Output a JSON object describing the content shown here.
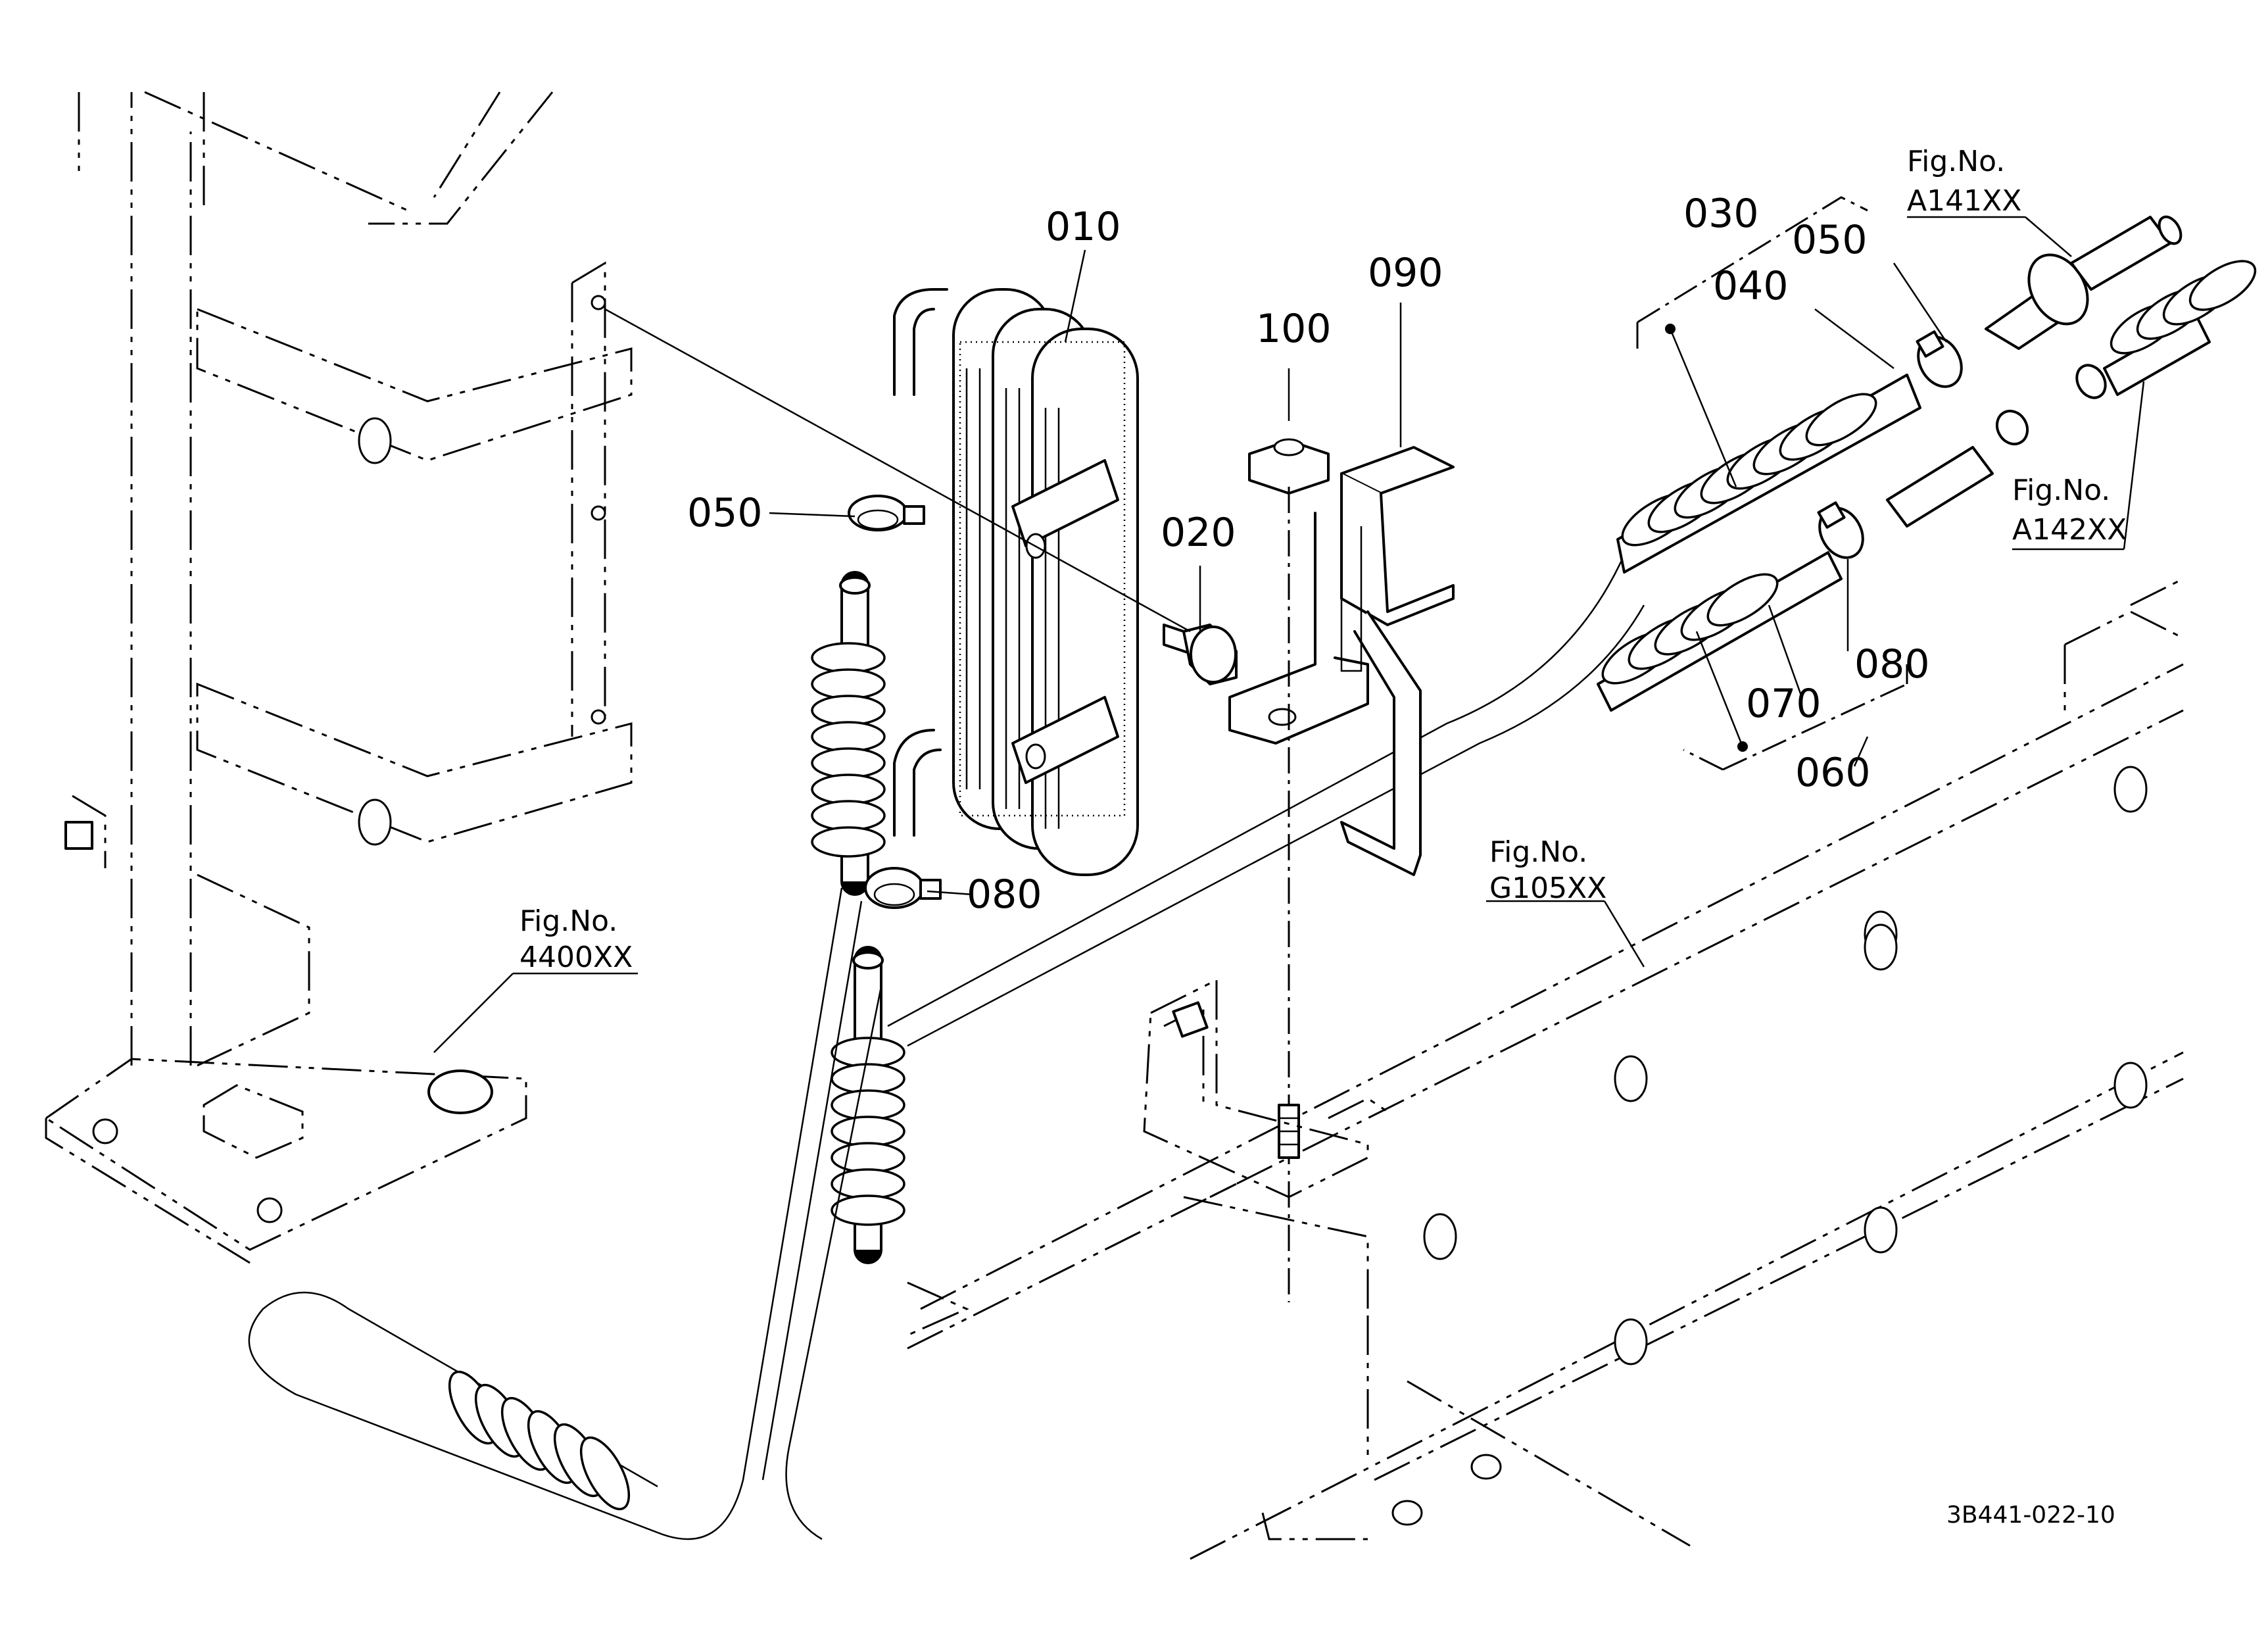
{
  "callouts": {
    "p010": "010",
    "p020": "020",
    "p030": "030",
    "p040": "040",
    "p050a": "050",
    "p050b": "050",
    "p060": "060",
    "p070": "070",
    "p080a": "080",
    "p080b": "080",
    "p090": "090",
    "p100": "100"
  },
  "references": {
    "a141_fig": "Fig.No.",
    "a141_no": "A141XX",
    "a142_fig": "Fig.No.",
    "a142_no": "A142XX",
    "g105_fig": "Fig.No.",
    "g105_no": "G105XX",
    "r4400_fig": "Fig.No.",
    "r4400_no": "4400XX"
  },
  "drawing_number": "3B441-022-10"
}
